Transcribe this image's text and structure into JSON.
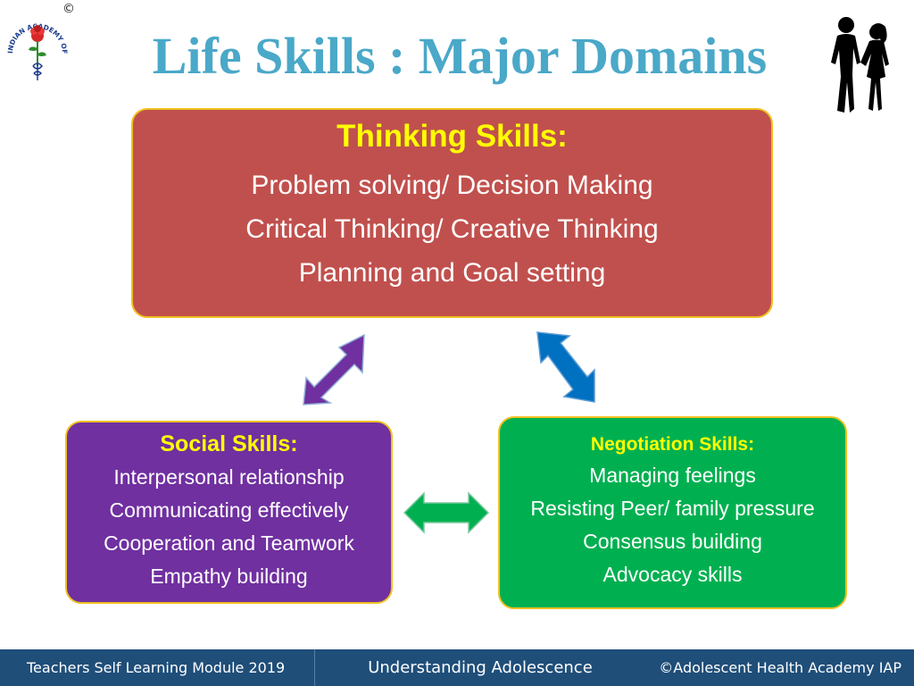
{
  "title": "Life Skills : Major Domains",
  "logo": {
    "copyright_symbol": "©",
    "ring_text": "INDIAN ACADEMY OF PEDIATRICS"
  },
  "thinking": {
    "title": "Thinking Skills:",
    "items": [
      "Problem solving/ Decision Making",
      "Critical Thinking/ Creative Thinking",
      "Planning and Goal setting"
    ]
  },
  "social": {
    "title": "Social Skills:",
    "items": [
      "Interpersonal relationship",
      "Communicating effectively",
      "Cooperation and Teamwork",
      "Empathy building"
    ]
  },
  "negotiation": {
    "title": "Negotiation Skills:",
    "items": [
      "Managing feelings",
      "Resisting Peer/ family pressure",
      "Consensus building",
      "Advocacy skills"
    ]
  },
  "colors": {
    "title": "#4aa8c8",
    "thinking_box": "#c0504d",
    "social_box": "#7030a0",
    "negotiation_box": "#00b050",
    "box_border": "#f0c020",
    "heading_text": "#ffff00",
    "arrow_purple": "#7030a0",
    "arrow_blue": "#0070c0",
    "arrow_green": "#00b050",
    "footer": "#1f4e79"
  },
  "icons": [
    "iap-logo-icon",
    "silhouette-couple-icon",
    "double-arrow-icon"
  ],
  "footer": {
    "left": "Teachers Self Learning Module 2019",
    "center": "Understanding Adolescence",
    "right": "©Adolescent Health Academy IAP"
  }
}
